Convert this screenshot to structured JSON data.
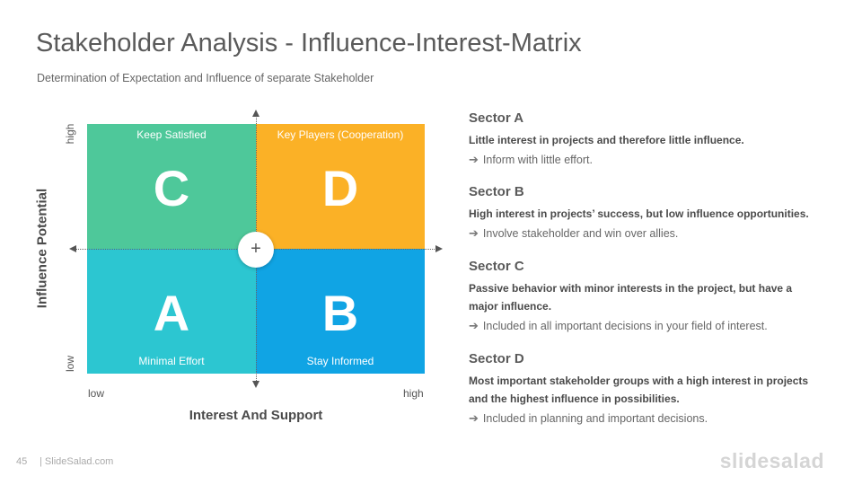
{
  "header": {
    "title": "Stakeholder Analysis - Influence-Interest-Matrix",
    "subtitle": "Determination  of  Expectation  and  Influence  of  separate  Stakeholder"
  },
  "matrix": {
    "quadrants": {
      "c": {
        "letter": "C",
        "label": "Keep Satisfied",
        "color": "#4ec89a"
      },
      "d": {
        "letter": "D",
        "label": "Key Players (Cooperation)",
        "color": "#fbb126"
      },
      "a": {
        "letter": "A",
        "label": "Minimal Effort",
        "color": "#2cc6d1"
      },
      "b": {
        "letter": "B",
        "label": "Stay Informed",
        "color": "#10a4e4"
      }
    },
    "center_symbol": "+",
    "y_axis": {
      "title": "Influence Potential",
      "high": "high",
      "low": "low"
    },
    "x_axis": {
      "title": "Interest And Support",
      "low": "low",
      "high": "high"
    }
  },
  "sectors": [
    {
      "title": "Sector A",
      "description": "Little interest in projects and therefore little influence.",
      "note": "Inform  with little effort."
    },
    {
      "title": "Sector B",
      "description": "High interest in projects’ success, but low influence opportunities.",
      "note": "Involve stakeholder and win over allies."
    },
    {
      "title": "Sector C",
      "description": "Passive behavior with minor interests in the project, but have a major influence.",
      "note": "Included  in all important  decisions  in your field of interest."
    },
    {
      "title": "Sector D",
      "description": "Most important  stakeholder groups with a high interest in projects and the highest  influence  in possibilities.",
      "note": "Included  in planning  and important  decisions."
    }
  ],
  "footer": {
    "page_number": "45",
    "site": "| SlideSalad.com",
    "brand": "slidesalad"
  }
}
